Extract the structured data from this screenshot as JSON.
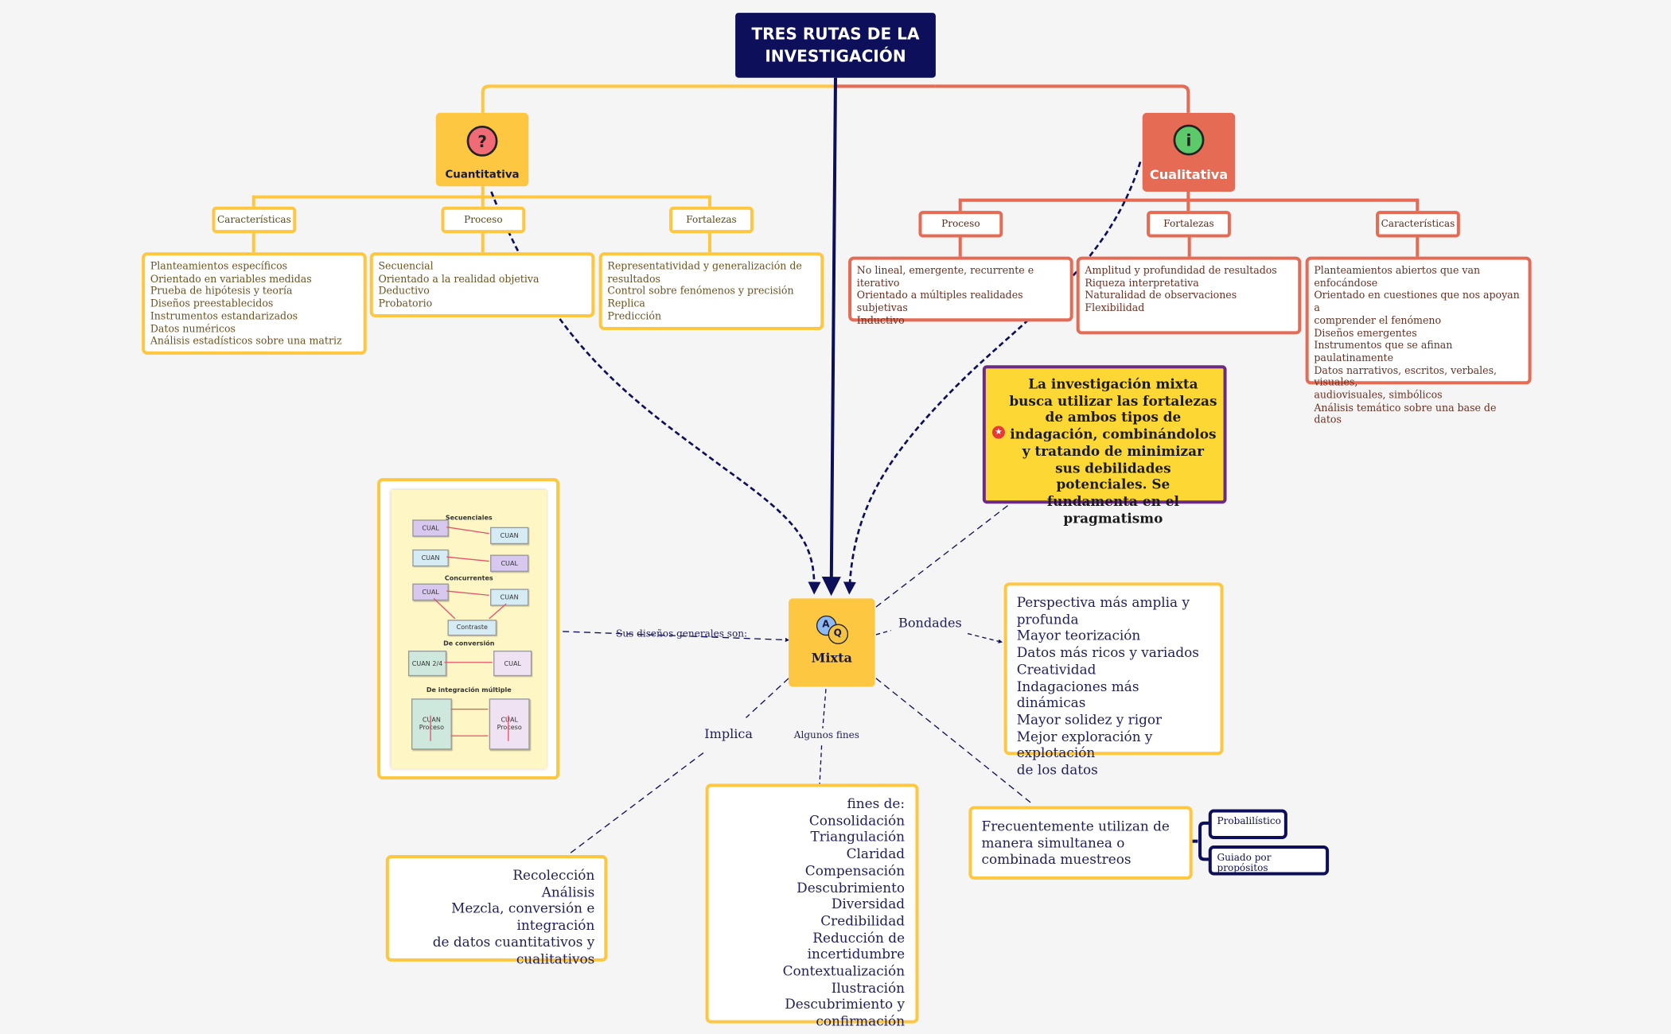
{
  "title": "TRES RUTAS DE LA INVESTIGACIÓN",
  "colors": {
    "navy": "#0d0f5a",
    "yellow": "#fdc741",
    "red": "#e56b55",
    "callout": "#fdd835",
    "callout_border": "#6a2c82"
  },
  "quantitative": {
    "label": "Cuantitativa",
    "icon": "question-bubble-icon",
    "glyph": "?",
    "branches": {
      "characteristics": {
        "label": "Características",
        "items": [
          "Planteamientos específicos",
          "Orientado en variables medidas",
          "Prueba de hipótesis y teoría",
          "Diseños preestablecidos",
          "Instrumentos estandarizados",
          "Datos numéricos",
          "Análisis estadísticos sobre una matriz"
        ]
      },
      "process": {
        "label": "Proceso",
        "items": [
          "Secuencial",
          "Orientado a la realidad objetiva",
          "Deductivo",
          "Probatorio"
        ]
      },
      "strengths": {
        "label": "Fortalezas",
        "items": [
          "Representatividad y generalización de\nresultados",
          "Control sobre fenómenos y precisión",
          "Replica",
          "Predicción"
        ]
      }
    }
  },
  "qualitative": {
    "label": "Cualitativa",
    "icon": "info-bubble-icon",
    "glyph": "i",
    "branches": {
      "process": {
        "label": "Proceso",
        "items": [
          "No lineal, emergente, recurrente e iterativo",
          "Orientado a múltiples realidades subjetivas",
          "Inductivo"
        ]
      },
      "strengths": {
        "label": "Fortalezas",
        "items": [
          "Amplitud y profundidad de resultados",
          "Riqueza interpretativa",
          "Naturalidad de observaciones",
          "Flexibilidad"
        ]
      },
      "characteristics": {
        "label": "Características",
        "items": [
          "Planteamientos abiertos que van\nenfocándose",
          "Orientado en cuestiones que nos apoyan a\ncomprender el fenómeno",
          "Diseños emergentes",
          "Instrumentos que se afinan paulatinamente",
          "Datos narrativos, escritos, verbales, visuales,\naudiovisuales, simbólicos",
          "Análisis temático sobre una base de datos"
        ]
      }
    }
  },
  "mixed": {
    "label": "Mixta",
    "icon": "qa-bubbles-icon",
    "glyph_a": "A",
    "glyph_q": "Q",
    "callout": "La investigación mixta busca utilizar las fortalezas de ambos tipos de indagación, combinándolos y tratando de minimizar sus debilidades potenciales. Se fundamenta en el pragmatismo",
    "designs_label": "Sus diseños generales son:",
    "benefits_label": "Bondades",
    "benefits": [
      "Perspectiva más amplia y\nprofunda",
      "Mayor teorización",
      "Datos más ricos y variados",
      "Creatividad",
      "Indagaciones más dinámicas",
      "Mayor solidez y rigor",
      "Mejor exploración y explotación\nde los datos"
    ],
    "implies_label": "Implica",
    "implies": [
      "Recolección",
      "Análisis",
      "Mezcla, conversión e integración\nde datos cuantitativos y\ncualitativos"
    ],
    "purposes_label": "Algunos fines",
    "purposes": [
      "fines de:",
      "Consolidación",
      "Triangulación",
      "Claridad",
      "Compensación",
      "Descubrimiento",
      "Diversidad",
      "Credibilidad",
      "Reducción de incertidumbre",
      "Contextualización",
      "Ilustración",
      "Descubrimiento y confirmación"
    ],
    "sampling": "Frecuentemente utilizan de manera simultanea o combinada muestreos",
    "sampling_types": [
      "Probalilístico",
      "Guiado por propósitos"
    ]
  },
  "designs_image": {
    "sections": [
      "Secuenciales",
      "Concurrentes",
      "De conversión",
      "De integración múltiple"
    ],
    "cards": {
      "cual": "CUAL",
      "cuan": "CUAN",
      "contraste": "Contraste",
      "cuan_24": "CUAN\n2/4",
      "cuan_proceso": "CUAN\nProceso",
      "cual_proceso": "CUAL\nProceso"
    }
  }
}
